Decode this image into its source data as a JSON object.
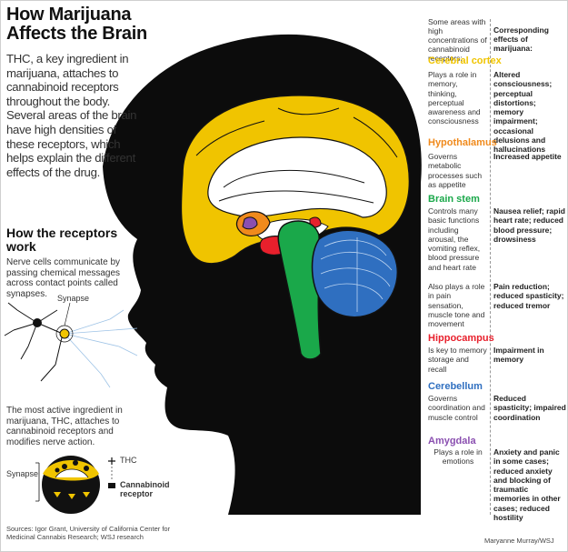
{
  "header": {
    "title": "How Marijuana Affects the Brain",
    "intro": "THC, a key ingredient in marijuana, attaches to cannabinoid receptors throughout the body. Several areas of the brain have high densities of these receptors, which helps explain the different effects of the drug."
  },
  "receptors": {
    "title": "How the receptors work",
    "nerve_text": "Nerve cells communicate by passing chemical messages across contact points called synapses.",
    "synapse_label": "Synapse",
    "thc_text": "The most active ingredient in marijuana, THC, attaches to cannabinoid receptors and modifies nerve action.",
    "synapse_label_2": "Synapse",
    "legend_thc": "THC",
    "legend_receptor": "Cannabinoid receptor"
  },
  "columns": {
    "left_header": "Some areas with high concentrations of cannabinoid receptors:",
    "right_header": "Corresponding effects of marijuana:"
  },
  "regions": [
    {
      "name": "Cerebral cortex",
      "color": "#f0c400",
      "descriptions": [
        "Plays a role in memory, thinking, perceptual awareness and consciousness"
      ],
      "effects": [
        "Altered consciousness; perceptual distortions; memory impairment; occasional delusions and hallucinations"
      ]
    },
    {
      "name": "Hypothalamus",
      "color": "#f08a1c",
      "descriptions": [
        "Governs metabolic processes such as appetite"
      ],
      "effects": [
        "Increased appetite"
      ]
    },
    {
      "name": "Brain stem",
      "color": "#1aa84a",
      "descriptions": [
        "Controls many basic functions including arousal, the vomiting reflex, blood pressure and heart rate",
        "Also plays a role in pain sensation, muscle tone and movement"
      ],
      "effects": [
        "Nausea relief; rapid heart rate; reduced blood pressure; drowsiness",
        "Pain reduction; reduced spasticity; reduced tremor"
      ]
    },
    {
      "name": "Hippocampus",
      "color": "#e8202c",
      "descriptions": [
        "Is key to memory storage and recall"
      ],
      "effects": [
        "Impairment in memory"
      ]
    },
    {
      "name": "Cerebellum",
      "color": "#2f6fc0",
      "descriptions": [
        "Governs coordination and muscle control"
      ],
      "effects": [
        "Reduced spasticity; impaired coordination"
      ]
    },
    {
      "name": "Amygdala",
      "color": "#8a4fb0",
      "descriptions": [
        "Plays a role in emotions"
      ],
      "effects": [
        "Anxiety and panic in some cases; reduced anxiety and blocking of traumatic memories in other cases; reduced hostility"
      ]
    }
  ],
  "footer": {
    "sources": "Sources: Igor Grant, University of California Center for Medicinal Cannabis Research; WSJ research",
    "credit": "Maryanne Murray/WSJ"
  }
}
